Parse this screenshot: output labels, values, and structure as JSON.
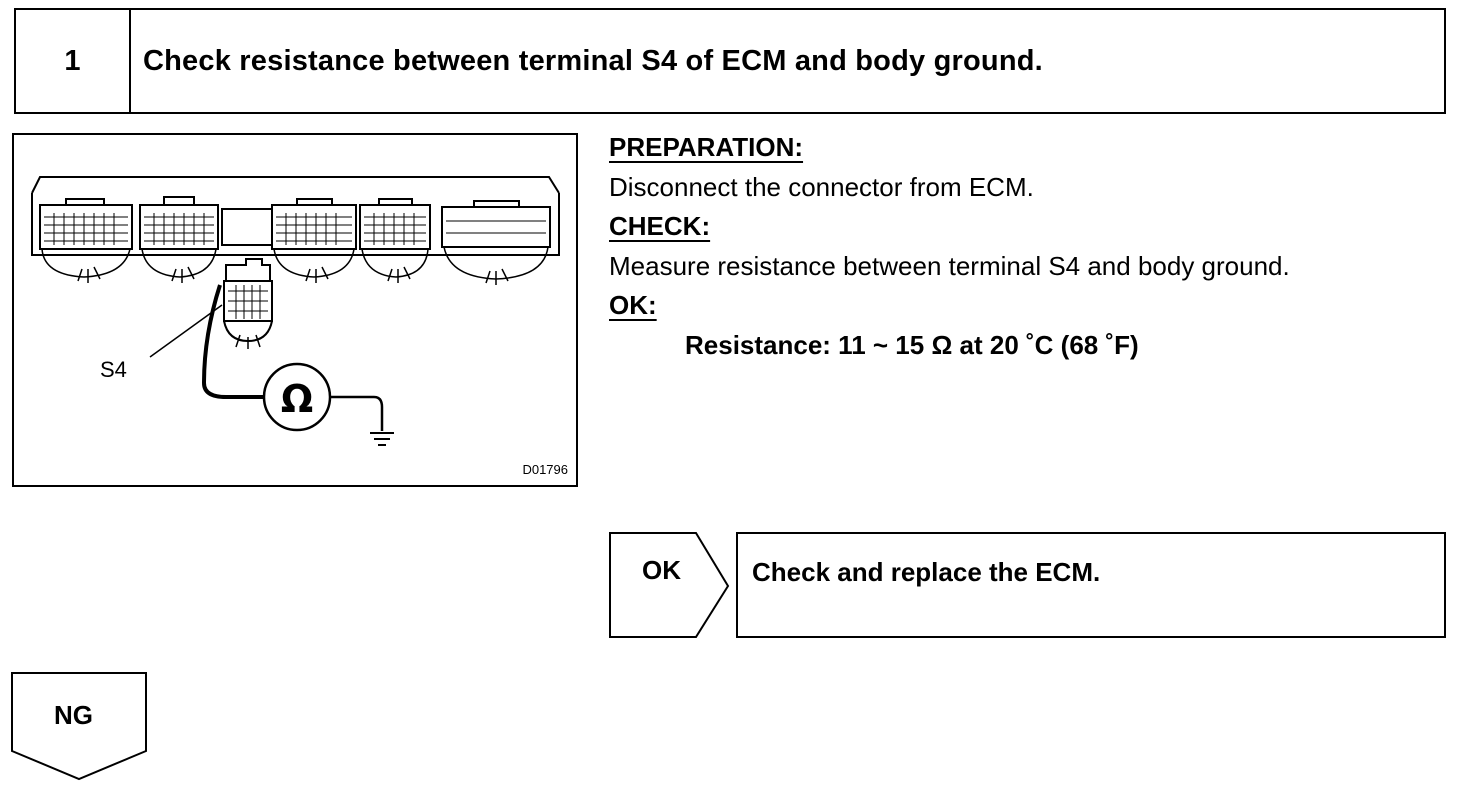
{
  "step": {
    "number": "1",
    "title": "Check resistance between terminal S4 of ECM and body ground."
  },
  "figure": {
    "terminal_label": "S4",
    "meter_symbol": "Ω",
    "code": "D01796"
  },
  "info": {
    "preparation_heading": "PREPARATION:",
    "preparation_text": "Disconnect the connector from ECM.",
    "check_heading": "CHECK:",
    "check_text": "Measure resistance between terminal S4 and body ground.",
    "ok_heading": "OK:",
    "spec_text": "Resistance: 11 ~ 15 Ω at 20 ˚C (68 ˚F)"
  },
  "result_ok": {
    "label": "OK",
    "action": "Check and replace the ECM."
  },
  "result_ng": {
    "label": "NG"
  }
}
